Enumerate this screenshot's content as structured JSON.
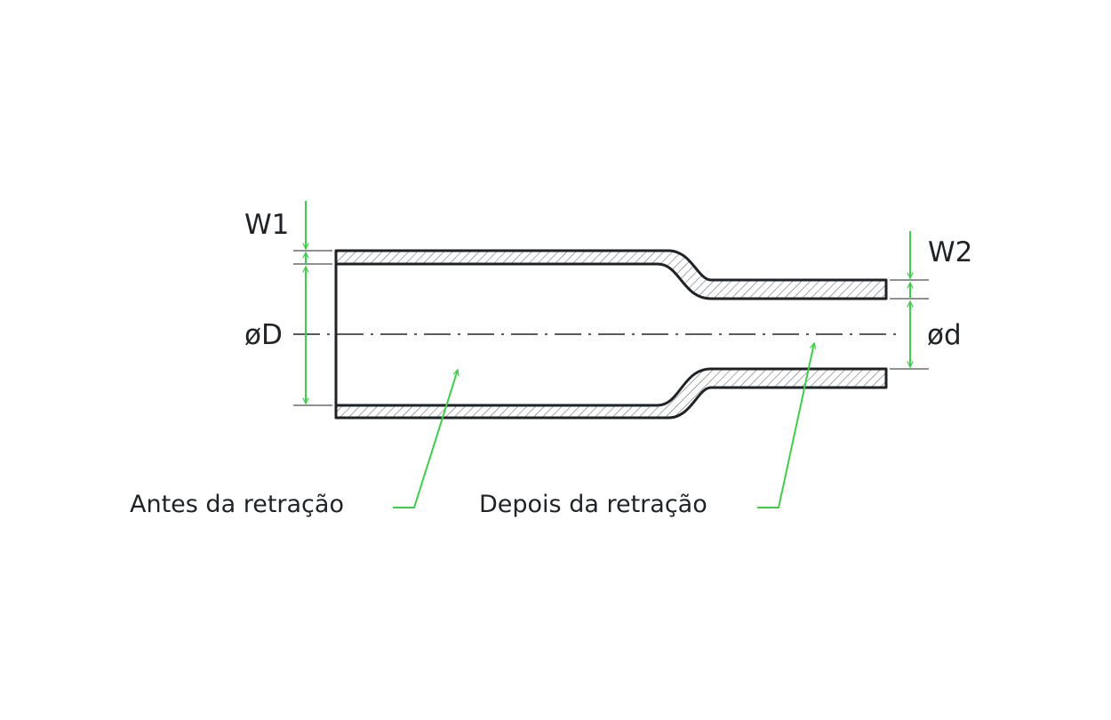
{
  "diagram": {
    "labels": {
      "w1": "W1",
      "w2": "W2",
      "big_diameter": "øD",
      "small_diameter": "ød",
      "before": "Antes da retração",
      "after": "Depois da retração"
    },
    "colors": {
      "outline": "#1e2328",
      "accent": "#3ecf4a",
      "hatch": "#6b6f73",
      "thin_line": "#1e2328"
    }
  }
}
